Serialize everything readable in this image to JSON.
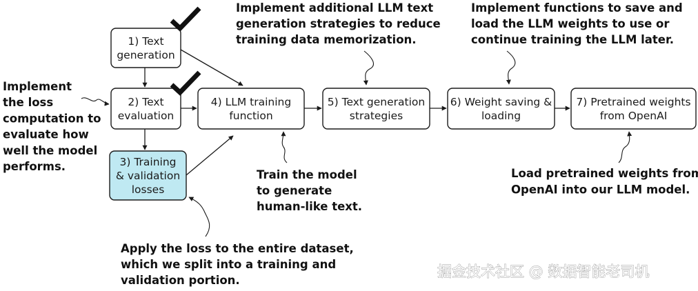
{
  "colors": {
    "box_stroke": "#1a1a1a",
    "box_fill": "#ffffff",
    "highlight_fill": "#bfe9f2",
    "arrow": "#1a1a1a",
    "check": "#111111"
  },
  "boxes": [
    {
      "id": "box-1",
      "lines": [
        "1) Text",
        "generation"
      ],
      "highlighted": false,
      "checked": true
    },
    {
      "id": "box-2",
      "lines": [
        "2) Text",
        "evaluation"
      ],
      "highlighted": false,
      "checked": true
    },
    {
      "id": "box-3",
      "lines": [
        "3) Training",
        "& validation",
        "losses"
      ],
      "highlighted": true,
      "checked": false
    },
    {
      "id": "box-4",
      "lines": [
        "4) LLM training",
        "function"
      ],
      "highlighted": false,
      "checked": false
    },
    {
      "id": "box-5",
      "lines": [
        "5) Text generation",
        "strategies"
      ],
      "highlighted": false,
      "checked": false
    },
    {
      "id": "box-6",
      "lines": [
        "6) Weight saving &",
        "loading"
      ],
      "highlighted": false,
      "checked": false
    },
    {
      "id": "box-7",
      "lines": [
        "7) Pretrained weights",
        "from OpenAI"
      ],
      "highlighted": false,
      "checked": false
    }
  ],
  "annotations": [
    {
      "id": "note-loss",
      "lines": [
        "Implement",
        "the loss",
        "computation to",
        "evaluate how",
        "well the model",
        "performs."
      ]
    },
    {
      "id": "note-generation",
      "lines": [
        "Implement additional LLM text",
        "generation strategies to reduce",
        "training data memorization."
      ]
    },
    {
      "id": "note-weights",
      "lines": [
        "Implement functions to save and",
        "load the LLM weights to use or",
        "continue training the LLM later."
      ]
    },
    {
      "id": "note-train",
      "lines": [
        "Train the model",
        "to generate",
        "human-like text."
      ]
    },
    {
      "id": "note-pretrained",
      "lines": [
        "Load pretrained weights from",
        "OpenAI into our LLM model."
      ]
    },
    {
      "id": "note-dataset",
      "lines": [
        "Apply the loss to the entire dataset,",
        "which we split into a training and",
        "validation portion."
      ]
    }
  ],
  "watermark": "掘金技术社区 @ 数据智能老司机"
}
